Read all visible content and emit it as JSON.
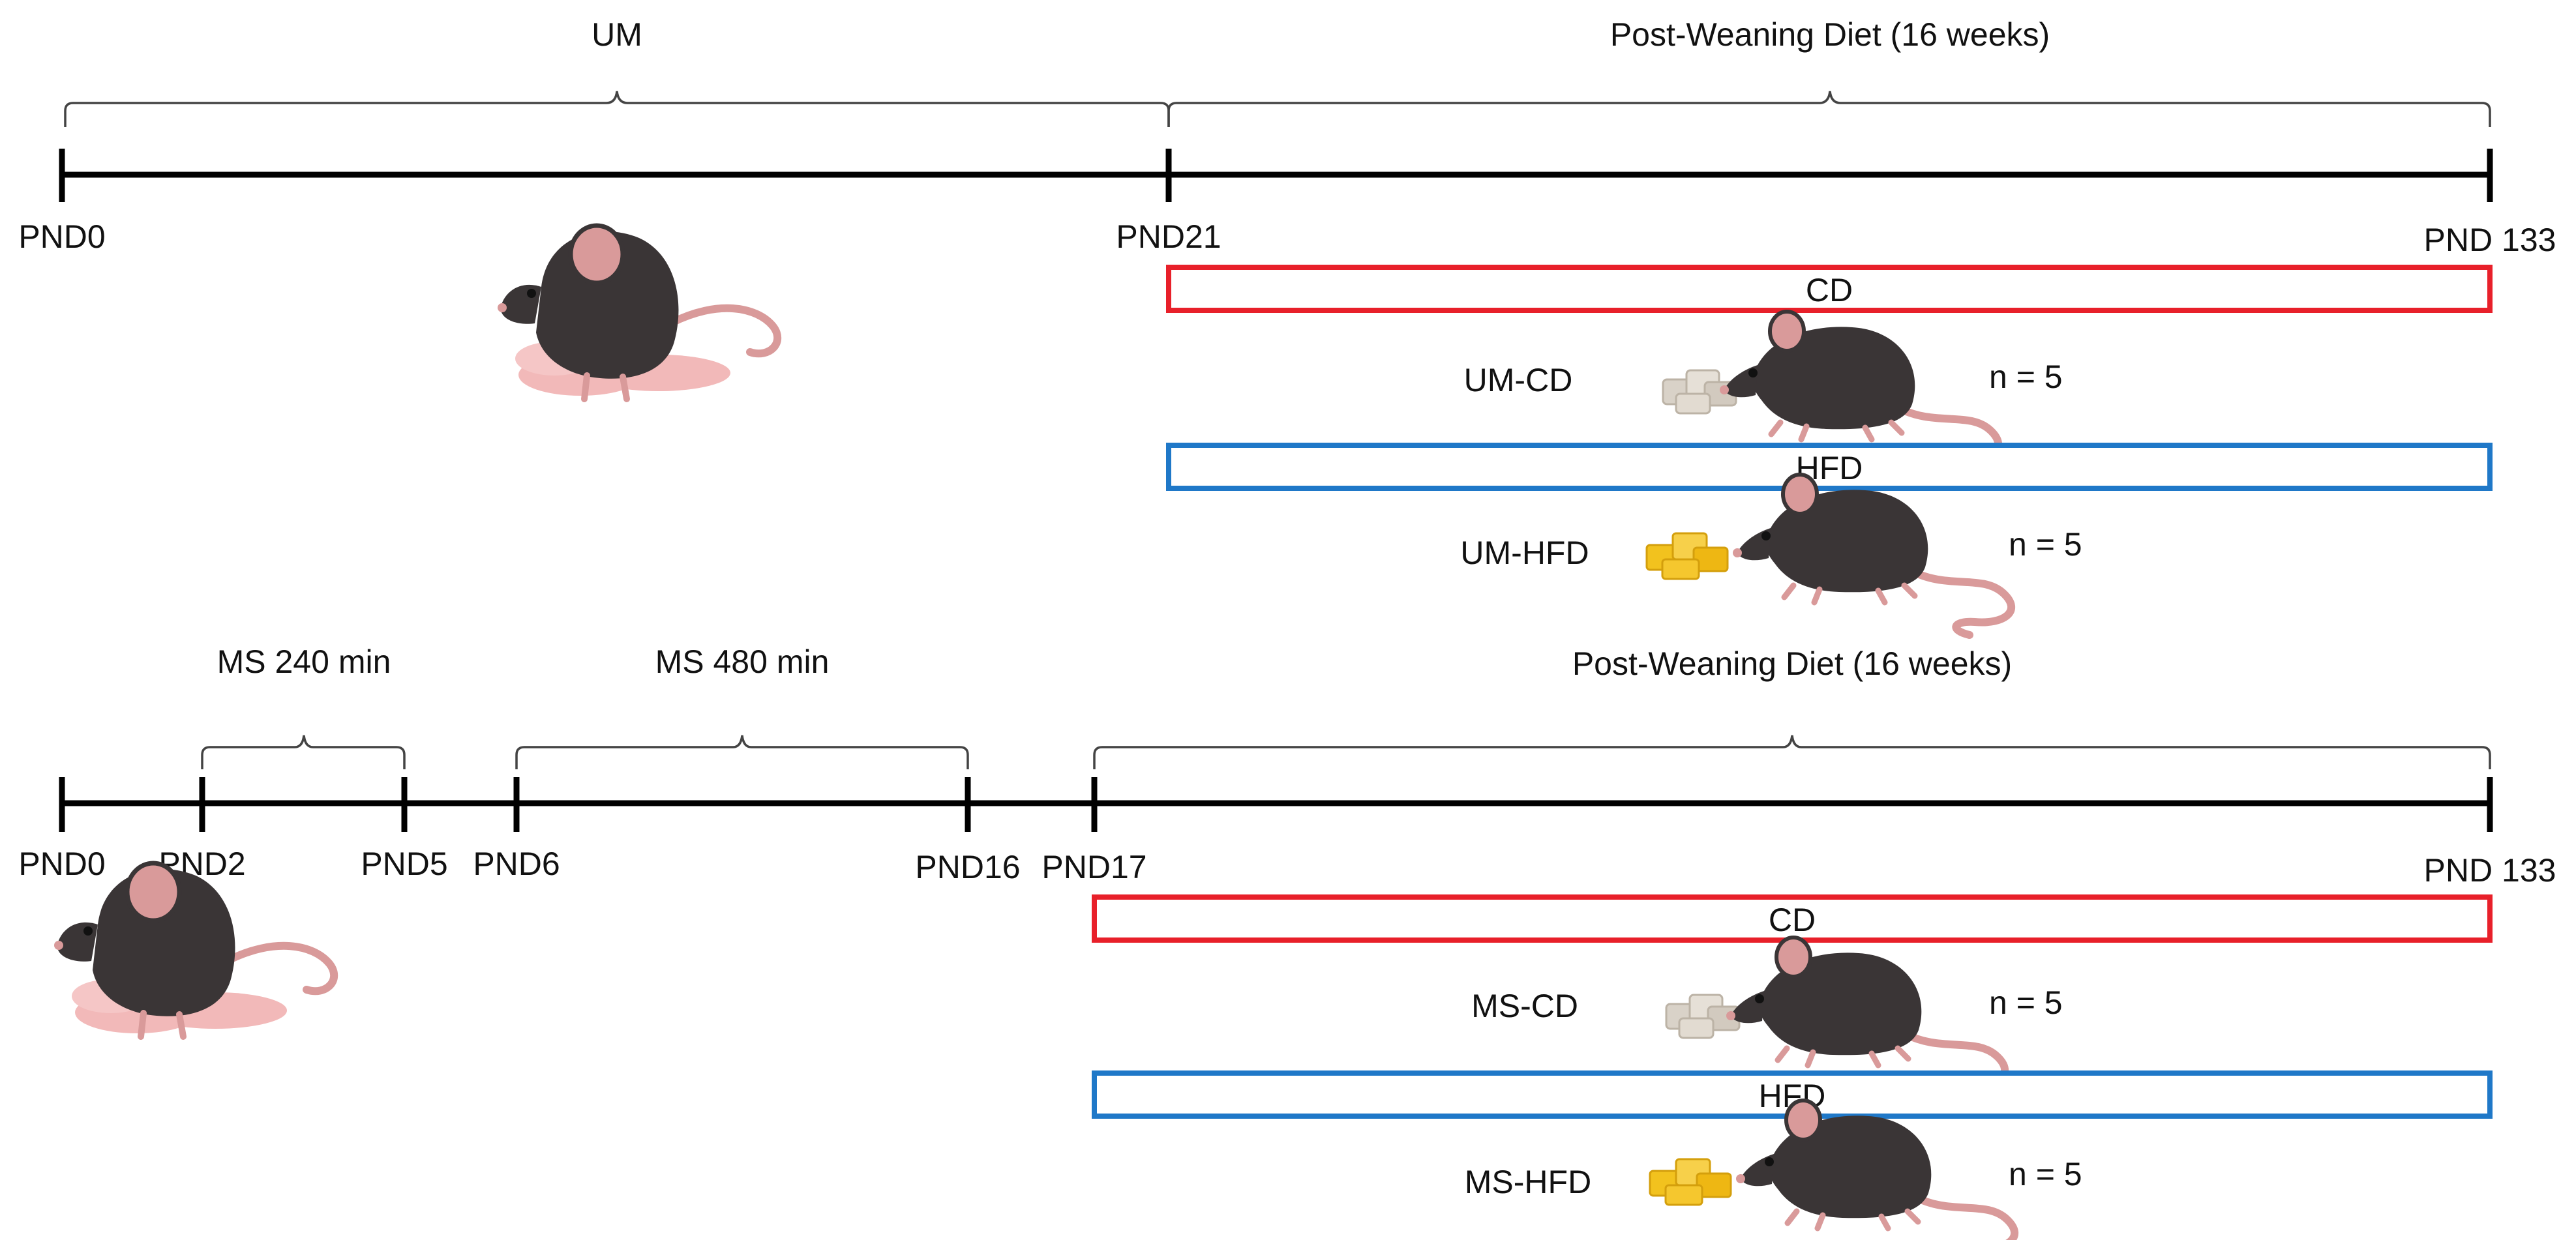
{
  "top": {
    "period_um": "UM",
    "period_diet": "Post-Weaning Diet (16 weeks)",
    "pnd_0": "PND0",
    "pnd_21": "PND21",
    "pnd_133": "PND 133",
    "cd_bar": "CD",
    "hfd_bar": "HFD",
    "group_cd": "UM-CD",
    "group_hfd": "UM-HFD",
    "n_cd": "n = 5",
    "n_hfd": "n = 5"
  },
  "bottom": {
    "period_ms240": "MS 240 min",
    "period_ms480": "MS 480 min",
    "period_diet": "Post-Weaning Diet (16 weeks)",
    "pnd_0": "PND0",
    "pnd_2": "PND2",
    "pnd_5": "PND5",
    "pnd_6": "PND6",
    "pnd_16": "PND16",
    "pnd_17": "PND17",
    "pnd_133": "PND 133",
    "cd_bar": "CD",
    "hfd_bar": "HFD",
    "group_cd": "MS-CD",
    "group_hfd": "MS-HFD",
    "n_cd": "n = 5",
    "n_hfd": "n = 5"
  },
  "colors": {
    "cd_outline": "#e8202a",
    "hfd_outline": "#1f78c8",
    "mouse_body": "#3a3536",
    "mouse_skin": "#d99a9a",
    "pups": "#f2b9b9",
    "chow_control": "#d9d2c8",
    "chow_high_fat": "#f2c21e"
  },
  "icons": {
    "dam_with_pups": "mouse-with-pups-icon",
    "mouse": "mouse-icon",
    "control_chow": "control-chow-pellets-icon",
    "high_fat_chow": "high-fat-chow-pellets-icon"
  }
}
